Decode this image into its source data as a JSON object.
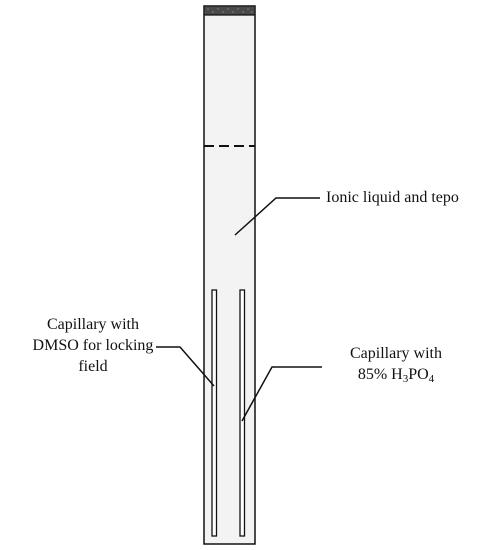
{
  "colors": {
    "background": "#ffffff",
    "tube_fill": "#f3f3f3",
    "outline": "#111111",
    "cap_fill": "#4a4a4a"
  },
  "labels": {
    "ionic_liquid": "Ionic liquid and tepo",
    "capillary_dmso_line1": "Capillary with",
    "capillary_dmso_line2": "DMSO for locking",
    "capillary_dmso_line3": "field",
    "capillary_h3po4_line1": "Capillary with",
    "capillary_h3po4_prefix": "85% H",
    "capillary_h3po4_sub1": "3",
    "capillary_h3po4_mid": "PO",
    "capillary_h3po4_sub2": "4"
  }
}
